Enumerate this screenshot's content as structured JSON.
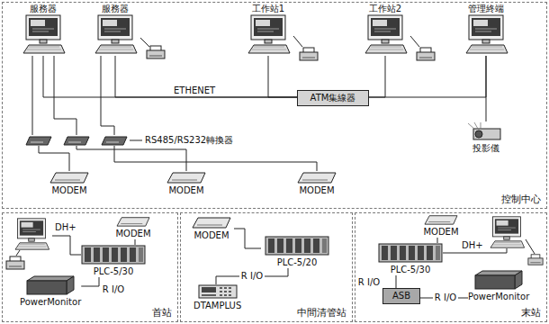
{
  "diagram": {
    "nodes": [
      {
        "text": [
          "控制中心"
        ]
      },
      {
        "text": [
          "服務器"
        ],
        "in": 0
      },
      {
        "text": [
          "服務器"
        ],
        "in": 0
      },
      {
        "text": [
          "工作站1"
        ],
        "in": 0
      },
      {
        "text": [
          "工作站2"
        ],
        "in": 0
      },
      {
        "text": [
          "管理終端"
        ],
        "in": 0
      },
      {
        "text": [
          "ATM集線器"
        ],
        "in": 0
      },
      {
        "text": [
          "投影儀"
        ],
        "in": 0
      },
      {
        "text": [
          "MODEM"
        ],
        "in": 0
      },
      {
        "text": [
          "MODEM"
        ],
        "in": 0
      },
      {
        "text": [
          "MODEM"
        ],
        "in": 0
      },
      {
        "text": [
          "首站"
        ]
      },
      {
        "text": [
          "MODEM"
        ],
        "in": 11
      },
      {
        "text": [
          "PLC-5/30"
        ],
        "in": 11
      },
      {
        "text": [
          "PowerMonitor"
        ],
        "in": 11
      },
      {
        "text": [
          "中間清管站"
        ]
      },
      {
        "text": [
          "MODEM"
        ],
        "in": 15
      },
      {
        "text": [
          "PLC-5/20"
        ],
        "in": 15
      },
      {
        "text": [
          "DTAMPLUS"
        ],
        "in": 15
      },
      {
        "text": [
          "末站"
        ]
      },
      {
        "text": [
          "MODEM"
        ],
        "in": 19
      },
      {
        "text": [
          "PLC-5/30"
        ],
        "in": 19
      },
      {
        "text": [
          "ASB"
        ],
        "in": 19
      },
      {
        "text": [
          "PowerMonitor"
        ],
        "in": 19
      }
    ],
    "edges": [
      {
        "from": 1,
        "to": 6,
        "arrow": "none"
      },
      {
        "from": 2,
        "to": 6,
        "arrow": "none"
      },
      {
        "from": 3,
        "to": 6,
        "arrow": "none"
      },
      {
        "from": 4,
        "to": 6,
        "arrow": "none"
      },
      {
        "from": 5,
        "to": 6,
        "arrow": "none"
      },
      {
        "from": 5,
        "to": 7,
        "arrow": "none"
      },
      {
        "from": 13,
        "to": 12,
        "arrow": "none"
      },
      {
        "from": 13,
        "to": 14,
        "label": "R I/O",
        "arrow": "none"
      },
      {
        "from": 17,
        "to": 16,
        "arrow": "none"
      },
      {
        "from": 18,
        "to": 17,
        "label": "R I/O",
        "arrow": "none"
      },
      {
        "from": 21,
        "to": 20,
        "arrow": "none"
      },
      {
        "from": 21,
        "to": 22,
        "label": "R I/O",
        "arrow": "none"
      },
      {
        "from": 22,
        "to": 23,
        "label": "R I/O",
        "arrow": "none"
      }
    ],
    "labels": [
      "ETHENET",
      "RS485/RS232轉換器",
      "DH+",
      "DH+"
    ]
  }
}
